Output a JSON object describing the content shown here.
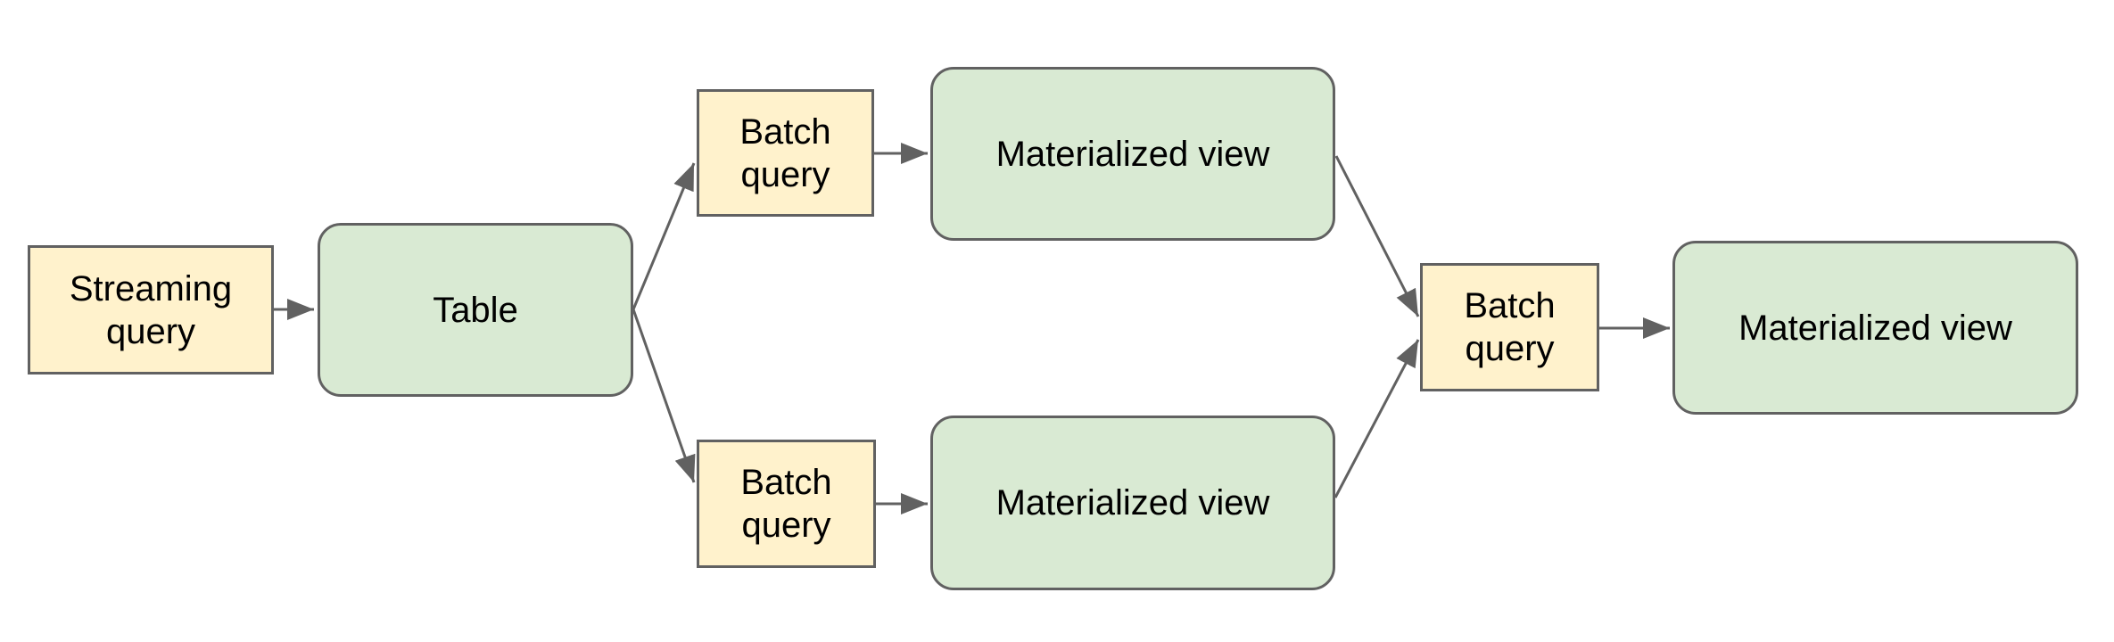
{
  "diagram": {
    "colors": {
      "query_fill": "#fff2cc",
      "store_fill": "#d9ead3",
      "border": "#616161",
      "arrow": "#616161",
      "text": "#000000",
      "background": "#ffffff"
    },
    "nodes": {
      "streaming_query": {
        "label": "Streaming query",
        "kind": "query"
      },
      "table": {
        "label": "Table",
        "kind": "table"
      },
      "batch_query_top": {
        "label": "Batch query",
        "kind": "query"
      },
      "materialized_view_top": {
        "label": "Materialized view",
        "kind": "materialized_view"
      },
      "batch_query_bottom": {
        "label": "Batch query",
        "kind": "query"
      },
      "materialized_view_bottom": {
        "label": "Materialized view",
        "kind": "materialized_view"
      },
      "batch_query_mid": {
        "label": "Batch query",
        "kind": "query"
      },
      "materialized_view_final": {
        "label": "Materialized view",
        "kind": "materialized_view"
      }
    },
    "edges": [
      {
        "from": "streaming_query",
        "to": "table"
      },
      {
        "from": "table",
        "to": "batch_query_top"
      },
      {
        "from": "table",
        "to": "batch_query_bottom"
      },
      {
        "from": "batch_query_top",
        "to": "materialized_view_top"
      },
      {
        "from": "batch_query_bottom",
        "to": "materialized_view_bottom"
      },
      {
        "from": "materialized_view_top",
        "to": "batch_query_mid"
      },
      {
        "from": "materialized_view_bottom",
        "to": "batch_query_mid"
      },
      {
        "from": "batch_query_mid",
        "to": "materialized_view_final"
      }
    ]
  }
}
